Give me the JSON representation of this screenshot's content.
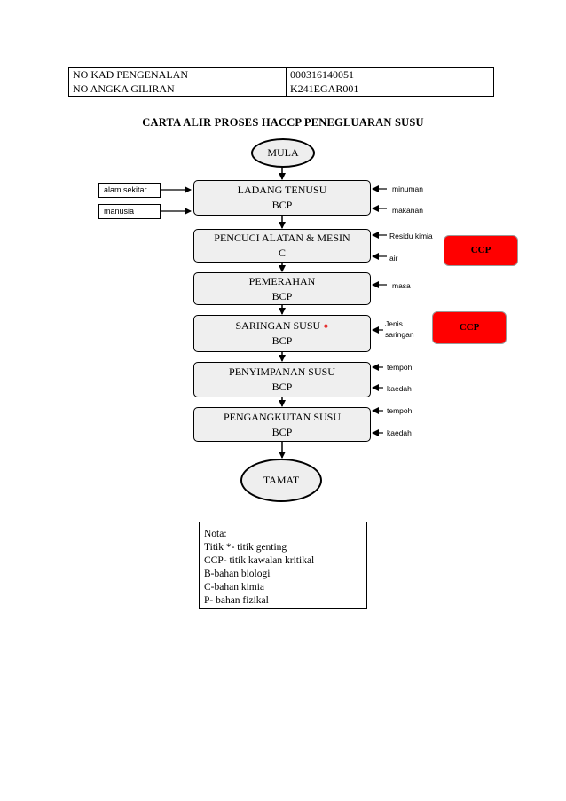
{
  "id_table": {
    "rows": [
      {
        "label": "NO KAD PENGENALAN",
        "value": "000316140051"
      },
      {
        "label": "NO ANGKA GILIRAN",
        "value": "K241EGAR001"
      }
    ]
  },
  "title": "CARTA ALIR PROSES HACCP PENEGLUARAN SUSU",
  "start": "MULA",
  "end": "TAMAT",
  "steps": [
    {
      "name": "LADANG TENUSU",
      "hazard": "BCP"
    },
    {
      "name": "PENCUCI ALATAN & MESIN",
      "hazard": "C"
    },
    {
      "name": "PEMERAHAN",
      "hazard": "BCP"
    },
    {
      "name": "SARINGAN SUSU",
      "hazard": "BCP"
    },
    {
      "name": "PENYIMPANAN SUSU",
      "hazard": "BCP"
    },
    {
      "name": "PENGANGKUTAN SUSU",
      "hazard": "BCP"
    }
  ],
  "left_inputs": [
    "alam sekitar",
    "manusia"
  ],
  "right_notes": {
    "minuman": "minuman",
    "makanan": "makanan",
    "residu_kimia": "Residu kimia",
    "air": "air",
    "masa": "masa",
    "jenis_saringan_1": "Jenis",
    "jenis_saringan_2": "saringan",
    "tempoh_1": "tempoh",
    "kaedah_1": "kaedah",
    "tempoh_2": "tempoh",
    "kaedah_2": "kaedah"
  },
  "ccp_labels": [
    "CCP",
    "CCP"
  ],
  "critical_marker": "•",
  "nota": {
    "heading": "Nota:",
    "lines": [
      "Titik  *- titik  genting",
      "CCP- titik  kawalan  kritikal",
      "B-bahan biologi",
      "C-bahan kimia",
      "P- bahan fizikal"
    ]
  },
  "colors": {
    "box_fill": "#efefef",
    "ccp_fill": "#ff0000",
    "critical_marker": "#e53030"
  }
}
